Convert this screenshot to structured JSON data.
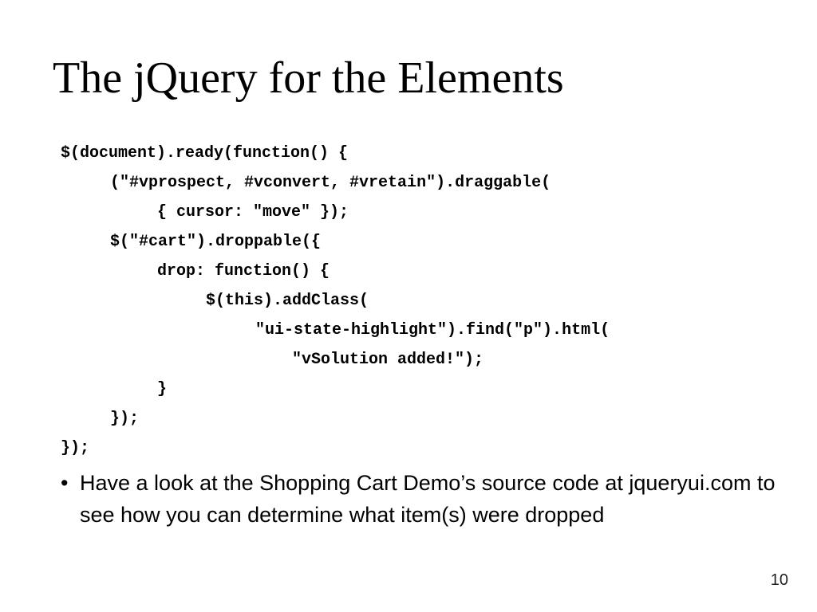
{
  "slide": {
    "title": "The jQuery for the Elements",
    "code_lines": [
      "$(document).ready(function() {",
      "(\"#vprospect, #vconvert, #vretain\").draggable(",
      "{ cursor: \"move\" });",
      "$(\"#cart\").droppable({",
      "drop: function() {",
      "$(this).addClass(",
      "\"ui-state-highlight\").find(\"p\").html(",
      "\"vSolution added!\");",
      "}",
      "});",
      "});"
    ],
    "bullet_mark": "•",
    "bullet_text": "Have a look at the Shopping Cart Demo’s source code at jqueryui.com to see how you can determine what item(s) were dropped",
    "page_number": "10"
  }
}
